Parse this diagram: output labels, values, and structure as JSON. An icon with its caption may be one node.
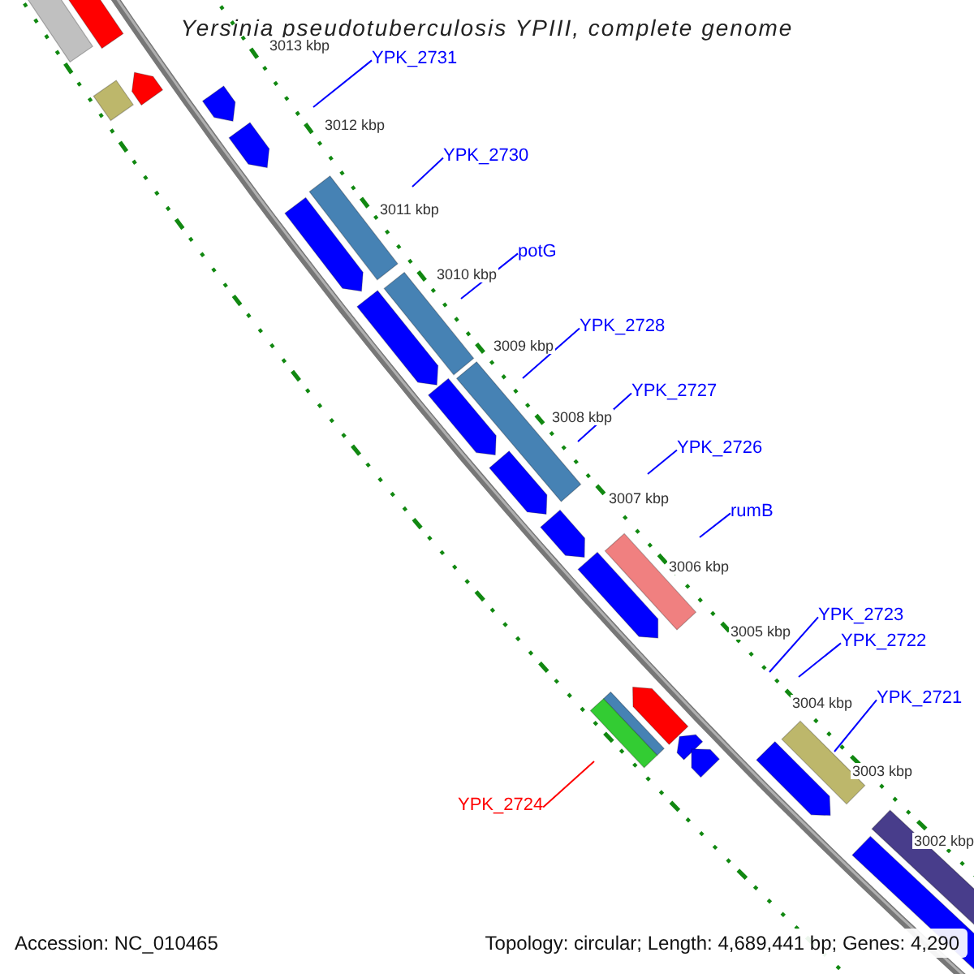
{
  "diagram": {
    "title": "Yersinia pseudotuberculosis YPIII, complete genome",
    "nodes": [
      {
        "text": [
          "YPK_2731"
        ]
      },
      {
        "text": [
          "YPK_2730"
        ]
      },
      {
        "text": [
          "potG"
        ]
      },
      {
        "text": [
          "YPK_2728"
        ]
      },
      {
        "text": [
          "YPK_2727"
        ]
      },
      {
        "text": [
          "YPK_2726"
        ]
      },
      {
        "text": [
          "rumB"
        ]
      },
      {
        "text": [
          "YPK_2723"
        ]
      },
      {
        "text": [
          "YPK_2722"
        ]
      },
      {
        "text": [
          "YPK_2721"
        ]
      },
      {
        "text": [
          "YPK_2724"
        ]
      }
    ],
    "edges": [
      {
        "from": 0,
        "to": null,
        "arrow": "none"
      },
      {
        "from": 1,
        "to": null,
        "arrow": "none"
      },
      {
        "from": 2,
        "to": null,
        "arrow": "none"
      },
      {
        "from": 3,
        "to": null,
        "arrow": "none"
      },
      {
        "from": 4,
        "to": null,
        "arrow": "none"
      },
      {
        "from": 5,
        "to": null,
        "arrow": "none"
      },
      {
        "from": 6,
        "to": null,
        "arrow": "none"
      },
      {
        "from": 7,
        "to": null,
        "arrow": "none"
      },
      {
        "from": 8,
        "to": null,
        "arrow": "none"
      },
      {
        "from": 9,
        "to": null,
        "arrow": "none"
      },
      {
        "from": 10,
        "to": null,
        "arrow": "none",
        "color": "#ff0000"
      }
    ],
    "labels": [
      "3013 kbp",
      "3012 kbp",
      "3011 kbp",
      "3010 kbp",
      "3009 kbp",
      "3008 kbp",
      "3007 kbp",
      "3006 kbp",
      "3005 kbp",
      "3004 kbp",
      "3003 kbp",
      "3002 kbp",
      "Accession: NC_010465",
      "Topology: circular; Length: 4,689,441 bp; Genes: 4,290"
    ]
  }
}
